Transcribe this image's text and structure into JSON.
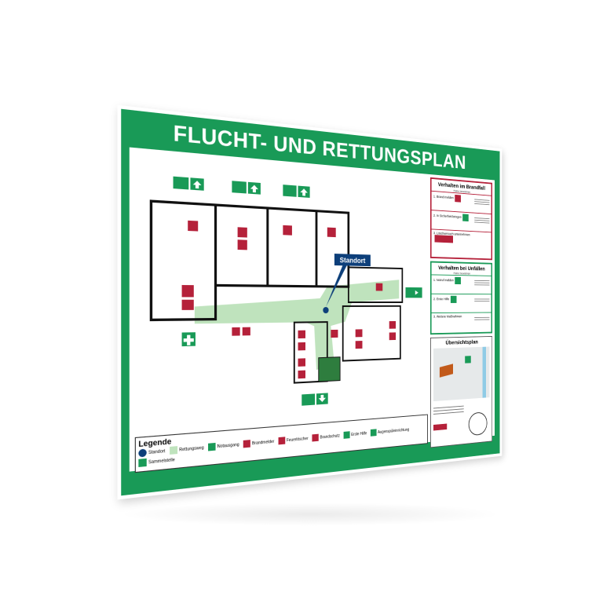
{
  "title": "FLUCHT- UND RETTUNGSPLAN",
  "plan": {
    "standort_label": "Standort"
  },
  "legend": {
    "title": "Legende",
    "items": [
      {
        "label": "Standort",
        "color": "#0d3f7a"
      },
      {
        "label": "Rettungsweg",
        "color": "#bfe3bd"
      },
      {
        "label": "Notausgang",
        "color": "#199a57"
      },
      {
        "label": "Brandmelder",
        "color": "#b5213a"
      },
      {
        "label": "Feuerlöscher",
        "color": "#b5213a"
      },
      {
        "label": "Brandschutz",
        "color": "#b5213a"
      },
      {
        "label": "Erste Hilfe",
        "color": "#199a57"
      },
      {
        "label": "Augenspüleinrichtung",
        "color": "#199a57"
      },
      {
        "label": "Sammelstelle",
        "color": "#199a57"
      }
    ]
  },
  "panel_fire": {
    "title": "Verhalten im Brandfall",
    "subtitle": "Ruhe bewahren",
    "steps": [
      "1. Brand melden",
      "2. In Sicherheit bringen",
      "3. Löschversuch unternehmen"
    ]
  },
  "panel_accident": {
    "title": "Verhalten bei Unfällen",
    "subtitle": "Ruhe bewahren",
    "steps": [
      "1. Notruf melden",
      "2. Erste Hilfe",
      "3. Weitere Maßnahmen"
    ]
  },
  "panel_overview": {
    "title": "Übersichtsplan"
  },
  "colors": {
    "green": "#199a57",
    "red": "#b5213a",
    "route": "#bfe3bd",
    "standort": "#0d3f7a"
  }
}
